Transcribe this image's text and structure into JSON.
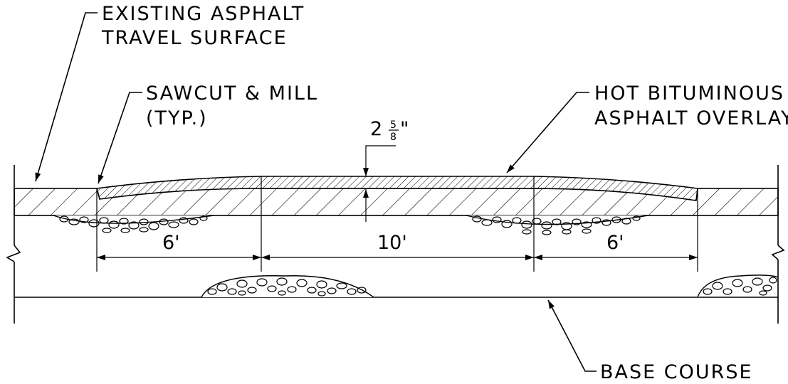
{
  "labels": {
    "existing_line1": "EXISTING ASPHALT",
    "existing_line2": "TRAVEL SURFACE",
    "sawcut_line1": "SAWCUT & MILL",
    "sawcut_line2": "(TYP.)",
    "overlay_line1": "HOT BITUMINOUS",
    "overlay_line2": "ASPHALT OVERLAY",
    "base_course": "BASE COURSE"
  },
  "dimensions": {
    "left": "6'",
    "center": "10'",
    "right": "6'",
    "thickness_whole": "2",
    "thickness_num": "5",
    "thickness_den": "8",
    "thickness_mark": "\""
  },
  "colors": {
    "line": "#000000",
    "background": "#ffffff"
  }
}
